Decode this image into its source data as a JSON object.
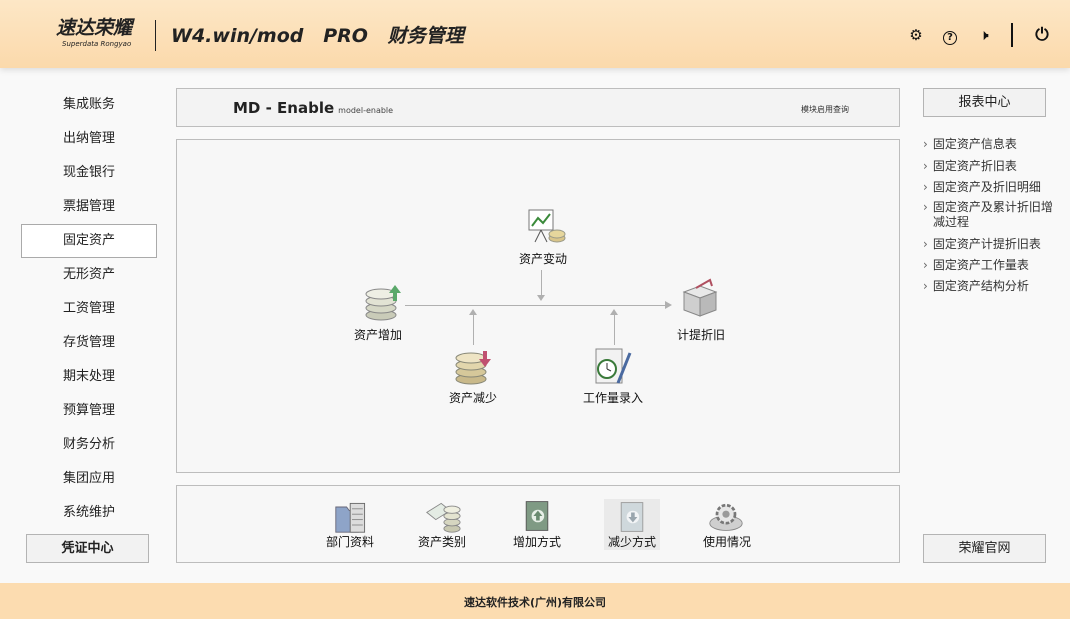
{
  "header": {
    "logo": "速达荣耀",
    "logo_sub": "Superdata Rongyao",
    "title": "W4.win/mod   PRO   财务管理",
    "icons": [
      "gear-icon",
      "help-icon",
      "speaker-icon",
      "power-icon"
    ]
  },
  "sidebar": {
    "items": [
      "集成账务",
      "出纳管理",
      "现金银行",
      "票据管理",
      "固定资产",
      "无形资产",
      "工资管理",
      "存货管理",
      "期末处理",
      "预算管理",
      "财务分析",
      "集团应用",
      "系统维护"
    ],
    "active": "固定资产",
    "voucher_button": "凭证中心"
  },
  "module": {
    "title": "MD - Enable",
    "subtitle": "model-enable",
    "query": "模块启用查询"
  },
  "diagram": {
    "nodes": [
      "资产变动",
      "资产增加",
      "计提折旧",
      "资产减少",
      "工作量录入"
    ]
  },
  "toolbar": {
    "items": [
      "部门资料",
      "资产类别",
      "增加方式",
      "减少方式",
      "使用情况"
    ]
  },
  "right": {
    "report_button": "报表中心",
    "links": [
      "固定资产信息表",
      "固定资产折旧表",
      "固定资产及折旧明细",
      "固定资产及累计折旧增减过程",
      "固定资产计提折旧表",
      "固定资产工作量表",
      "固定资产结构分析"
    ],
    "site_button": "荣耀官网"
  },
  "footer": {
    "company": "速达软件技术(广州)有限公司"
  }
}
